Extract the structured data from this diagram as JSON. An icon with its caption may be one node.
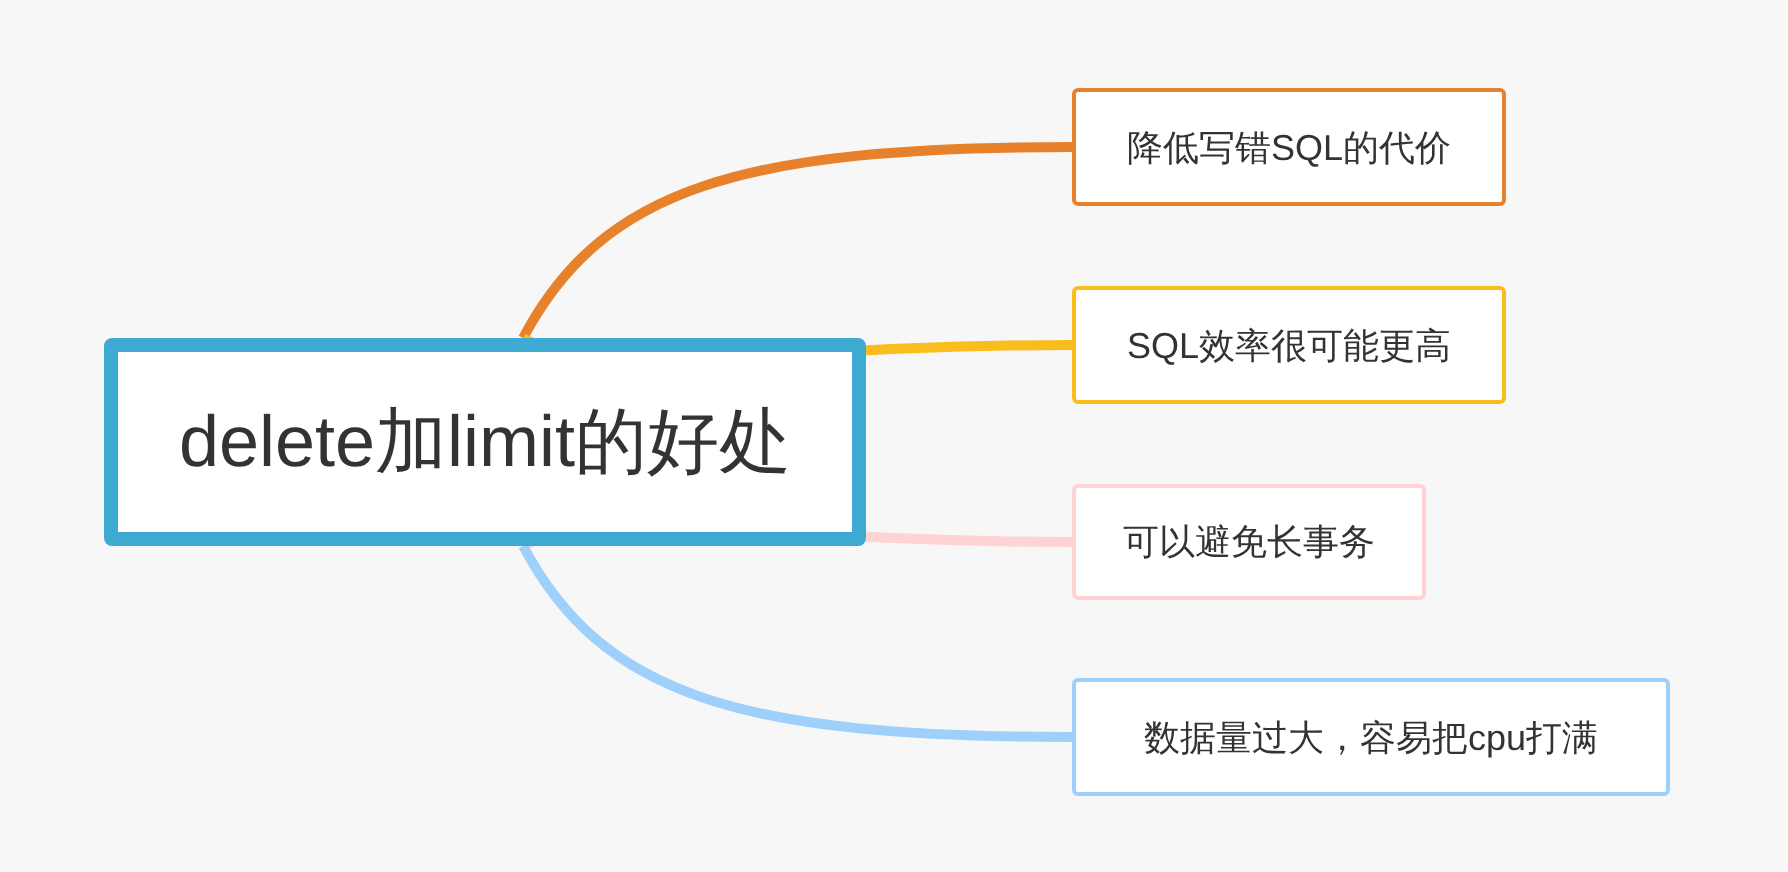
{
  "diagram": {
    "nodes": [
      {
        "text": [
          "delete加limit的好处"
        ]
      },
      {
        "text": [
          "降低写错SQL的代价"
        ]
      },
      {
        "text": [
          "SQL效率很可能更高"
        ]
      },
      {
        "text": [
          "可以避免长事务"
        ]
      },
      {
        "text": [
          "数据量过大，容易把cpu打满"
        ]
      }
    ],
    "edges": [
      {
        "from": 0,
        "to": 1,
        "arrow": "none",
        "color": "#e8812c"
      },
      {
        "from": 0,
        "to": 2,
        "arrow": "none",
        "color": "#fbbd1c"
      },
      {
        "from": 0,
        "to": 3,
        "arrow": "none",
        "color": "#ffd3d3"
      },
      {
        "from": 0,
        "to": 4,
        "arrow": "none",
        "color": "#9ed0fb"
      }
    ]
  }
}
